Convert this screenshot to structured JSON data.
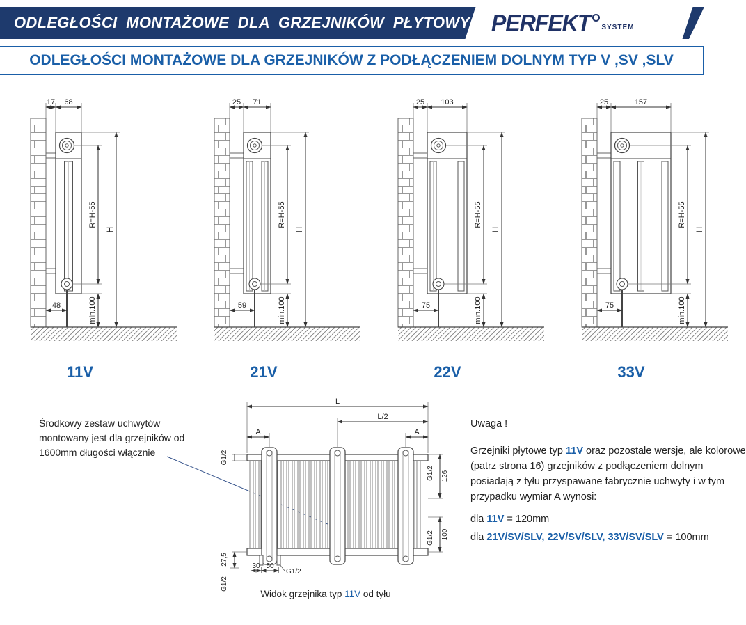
{
  "colors": {
    "navy": "#1e3a6d",
    "blue": "#1a5fa8",
    "line": "#444444",
    "dim": "#333333"
  },
  "header": {
    "title": "ODLEGŁOŚCI  MONTAŻOWE  DLA  GRZEJNIKÓW  PŁYTOWYCH",
    "brand": "PERFEKT",
    "brand_sub": "SYSTEM",
    "subtitle": "ODLEGŁOŚCI MONTAŻOWE DLA GRZEJNIKÓW Z PODŁĄCZENIEM DOLNYM TYP V ,SV ,SLV"
  },
  "diagrams": [
    {
      "label": "11V",
      "wall_mm": 17,
      "wall_label": "17",
      "depth_mm": 68,
      "depth_label": "68",
      "r_label": "R=H-55",
      "h_label": "H",
      "bottom_label": "48",
      "min_label": "min.100",
      "panels": 1
    },
    {
      "label": "21V",
      "wall_mm": 25,
      "wall_label": "25",
      "depth_mm": 71,
      "depth_label": "71",
      "r_label": "R=H-55",
      "h_label": "H",
      "bottom_label": "59",
      "min_label": "min.100",
      "panels": 2
    },
    {
      "label": "22V",
      "wall_mm": 25,
      "wall_label": "25",
      "depth_mm": 103,
      "depth_label": "103",
      "r_label": "R=H-55",
      "h_label": "H",
      "bottom_label": "75",
      "min_label": "min.100",
      "panels": 2
    },
    {
      "label": "33V",
      "wall_mm": 25,
      "wall_label": "25",
      "depth_mm": 157,
      "depth_label": "157",
      "r_label": "R=H-55",
      "h_label": "H",
      "bottom_label": "75",
      "min_label": "min.100",
      "panels": 3
    }
  ],
  "left_note": "Środkowy zestaw uchwytów montowany jest dla grzejników od 1600mm długości włącznie",
  "rear_view": {
    "dim_L": "L",
    "dim_L2": "L/2",
    "dim_A": "A",
    "dim_G12": "G1/2",
    "dim_126": "126",
    "dim_275": "27,5",
    "dim_100": "100",
    "dim_30": "30",
    "dim_50": "50",
    "caption_prefix": "Widok grzejnika typ ",
    "caption_type": "11V",
    "caption_suffix": " od tyłu"
  },
  "right_note": {
    "title": "Uwaga !",
    "paragraph": [
      {
        "t": "Grzejniki płytowe typ ",
        "b": false
      },
      {
        "t": "11V",
        "b": true
      },
      {
        "t": " oraz pozostałe wersje, ale kolorowe (patrz strona 16) grzejników z podłączeniem dolnym posiadają z tyłu przyspawane fabrycznie uchwyty i w tym przypadku wymiar A wynosi:",
        "b": false
      }
    ],
    "line_11v": [
      {
        "t": "dla ",
        "b": false
      },
      {
        "t": "11V",
        "b": true
      },
      {
        "t": " = 120mm",
        "b": false
      }
    ],
    "line_other": [
      {
        "t": "dla ",
        "b": false
      },
      {
        "t": "21V/SV/SLV, 22V/SV/SLV, 33V/SV/SLV",
        "b": true
      },
      {
        "t": " = 100mm",
        "b": false
      }
    ]
  }
}
